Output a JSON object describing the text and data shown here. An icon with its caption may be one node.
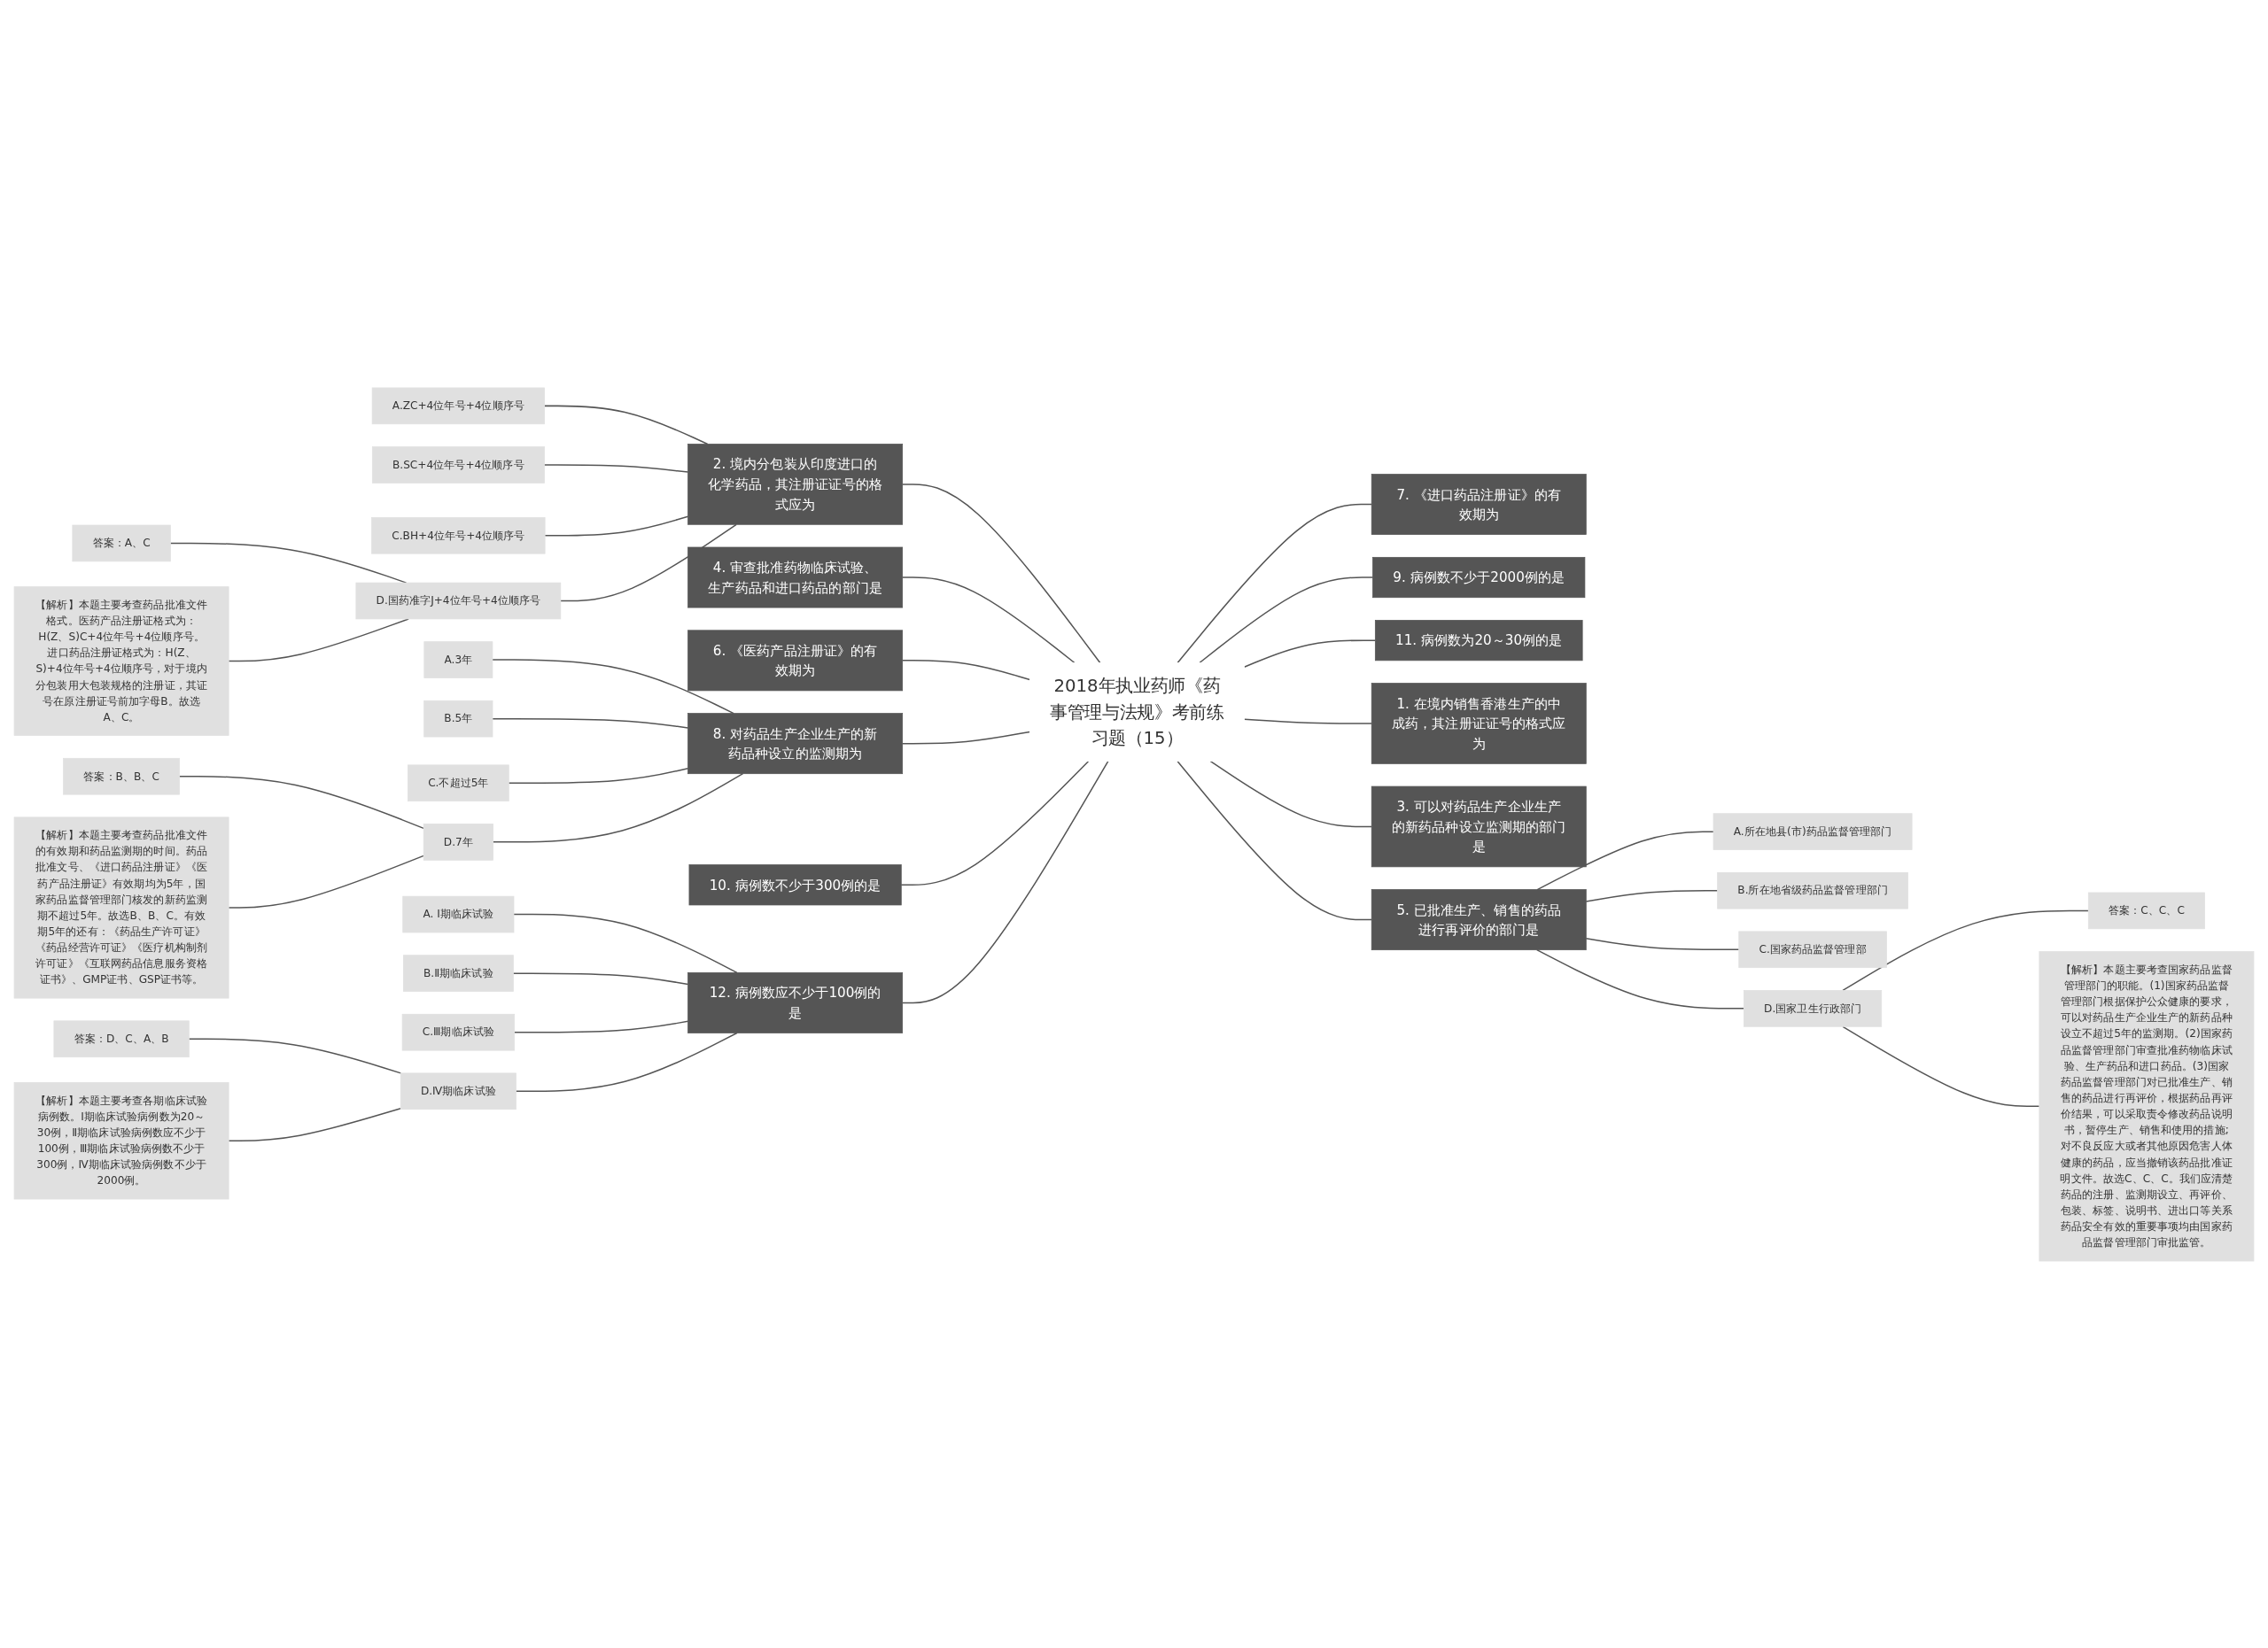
{
  "diagram": {
    "nodes": [
      {
        "text": [
          "2018年执业药师《药事管理与法规》考前练习题（15）"
        ]
      },
      {
        "text": [
          "2. 境内分包装从印度进口的化学药品，其注册证证号的格式应为"
        ]
      },
      {
        "text": [
          "A.ZC+4位年号+4位顺序号"
        ]
      },
      {
        "text": [
          "B.SC+4位年号+4位顺序号"
        ]
      },
      {
        "text": [
          "C.BH+4位年号+4位顺序号"
        ]
      },
      {
        "text": [
          "D.国药准字J+4位年号+4位顺序号"
        ]
      },
      {
        "text": [
          "答案：A、C"
        ]
      },
      {
        "text": [
          "【解析】本题主要考查药品批准文件格式。医药产品注册证格式为：H(Z、S)C+4位年号+4位顺序号。进口药品注册证格式为：H(Z、S)+4位年号+4位顺序号，对于境内分包装用大包装规格的注册证，其证号在原注册证号前加字母B。故选A、C。"
        ]
      },
      {
        "text": [
          "4. 审查批准药物临床试验、生产药品和进口药品的部门是"
        ]
      },
      {
        "text": [
          "6. 《医药产品注册证》的有效期为"
        ]
      },
      {
        "text": [
          "8. 对药品生产企业生产的新药品种设立的监测期为"
        ]
      },
      {
        "text": [
          "A.3年"
        ]
      },
      {
        "text": [
          "B.5年"
        ]
      },
      {
        "text": [
          "C.不超过5年"
        ]
      },
      {
        "text": [
          "D.7年"
        ]
      },
      {
        "text": [
          "答案：B、B、C"
        ]
      },
      {
        "text": [
          "【解析】本题主要考查药品批准文件的有效期和药品监测期的时间。药品批准文号、《进口药品注册证》《医药产品注册证》有效期均为5年，国家药品监督管理部门核发的新药监测期不超过5年。故选B、B、C。有效期5年的还有：《药品生产许可证》《药品经营许可证》《医疗机构制剂许可证》《互联网药品信息服务资格证书》、GMP证书、GSP证书等。"
        ]
      },
      {
        "text": [
          "10. 病例数不少于300例的是"
        ]
      },
      {
        "text": [
          "12. 病例数应不少于100例的是"
        ]
      },
      {
        "text": [
          "A. Ⅰ期临床试验"
        ]
      },
      {
        "text": [
          "B.Ⅱ期临床试验"
        ]
      },
      {
        "text": [
          "C.Ⅲ期临床试验"
        ]
      },
      {
        "text": [
          "D.Ⅳ期临床试验"
        ]
      },
      {
        "text": [
          "答案：D、C、A、B"
        ]
      },
      {
        "text": [
          "【解析】本题主要考查各期临床试验病例数。Ⅰ期临床试验病例数为20～30例，Ⅱ期临床试验病例数应不少于100例，Ⅲ期临床试验病例数不少于300例，Ⅳ期临床试验病例数不少于2000例。"
        ]
      },
      {
        "text": [
          "1. 在境内销售香港生产的中成药，其注册证证号的格式应为"
        ]
      },
      {
        "text": [
          "3. 可以对药品生产企业生产的新药品种设立监测期的部门是"
        ]
      },
      {
        "text": [
          "5. 已批准生产、销售的药品进行再评价的部门是"
        ]
      },
      {
        "text": [
          "A.所在地县(市)药品监督管理部门"
        ]
      },
      {
        "text": [
          "B.所在地省级药品监督管理部门"
        ]
      },
      {
        "text": [
          "C.国家药品监督管理部"
        ]
      },
      {
        "text": [
          "D.国家卫生行政部门"
        ]
      },
      {
        "text": [
          "答案：C、C、C"
        ]
      },
      {
        "text": [
          "【解析】本题主要考查国家药品监督管理部门的职能。(1)国家药品监督管理部门根据保护公众健康的要求，可以对药品生产企业生产的新药品种设立不超过5年的监测期。(2)国家药品监督管理部门审查批准药物临床试验、生产药品和进口药品。(3)国家药品监督管理部门对已批准生产、销售的药品进行再评价，根据药品再评价结果，可以采取责令修改药品说明书，暂停生产、销售和使用的措施;对不良反应大或者其他原因危害人体健康的药品，应当撤销该药品批准证明文件。故选C、C、C。我们应清楚药品的注册、监测期设立、再评价、包装、标签、说明书、进出口等关系药品安全有效的重要事项均由国家药品监督管理部门审批监管。"
        ]
      },
      {
        "text": [
          "7. 《进口药品注册证》的有效期为"
        ]
      },
      {
        "text": [
          "9. 病例数不少于2000例的是"
        ]
      },
      {
        "text": [
          "11. 病例数为20～30例的是"
        ]
      }
    ],
    "edges": [
      {
        "from": 1,
        "to": 0,
        "arrow": "none"
      },
      {
        "from": 2,
        "to": 1,
        "arrow": "none"
      },
      {
        "from": 3,
        "to": 1,
        "arrow": "none"
      },
      {
        "from": 4,
        "to": 1,
        "arrow": "none"
      },
      {
        "from": 5,
        "to": 1,
        "arrow": "none"
      },
      {
        "from": 6,
        "to": 5,
        "arrow": "none"
      },
      {
        "from": 7,
        "to": 5,
        "arrow": "none"
      },
      {
        "from": 8,
        "to": 0,
        "arrow": "none"
      },
      {
        "from": 9,
        "to": 0,
        "arrow": "none"
      },
      {
        "from": 10,
        "to": 0,
        "arrow": "none"
      },
      {
        "from": 11,
        "to": 10,
        "arrow": "none"
      },
      {
        "from": 12,
        "to": 10,
        "arrow": "none"
      },
      {
        "from": 13,
        "to": 10,
        "arrow": "none"
      },
      {
        "from": 14,
        "to": 10,
        "arrow": "none"
      },
      {
        "from": 15,
        "to": 14,
        "arrow": "none"
      },
      {
        "from": 16,
        "to": 14,
        "arrow": "none"
      },
      {
        "from": 17,
        "to": 0,
        "arrow": "none"
      },
      {
        "from": 18,
        "to": 0,
        "arrow": "none"
      },
      {
        "from": 19,
        "to": 18,
        "arrow": "none"
      },
      {
        "from": 20,
        "to": 18,
        "arrow": "none"
      },
      {
        "from": 21,
        "to": 18,
        "arrow": "none"
      },
      {
        "from": 22,
        "to": 18,
        "arrow": "none"
      },
      {
        "from": 23,
        "to": 22,
        "arrow": "none"
      },
      {
        "from": 24,
        "to": 22,
        "arrow": "none"
      },
      {
        "from": 0,
        "to": 25,
        "arrow": "none"
      },
      {
        "from": 0,
        "to": 26,
        "arrow": "none"
      },
      {
        "from": 0,
        "to": 27,
        "arrow": "none"
      },
      {
        "from": 27,
        "to": 28,
        "arrow": "none"
      },
      {
        "from": 27,
        "to": 29,
        "arrow": "none"
      },
      {
        "from": 27,
        "to": 30,
        "arrow": "none"
      },
      {
        "from": 27,
        "to": 31,
        "arrow": "none"
      },
      {
        "from": 31,
        "to": 32,
        "arrow": "none"
      },
      {
        "from": 31,
        "to": 33,
        "arrow": "none"
      },
      {
        "from": 0,
        "to": 34,
        "arrow": "none"
      },
      {
        "from": 0,
        "to": 35,
        "arrow": "none"
      },
      {
        "from": 0,
        "to": 36,
        "arrow": "none"
      }
    ]
  }
}
